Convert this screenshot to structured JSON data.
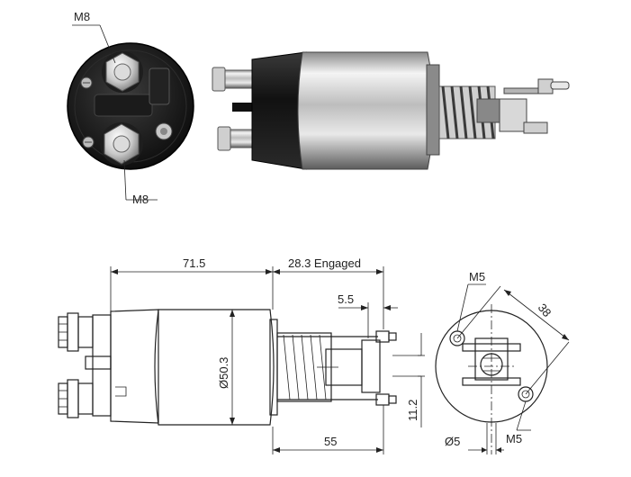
{
  "photo_labels": {
    "top_terminal": "M8",
    "bottom_terminal": "M8"
  },
  "dimensions": {
    "body_length": "71.5",
    "plunger_travel": "28.3 Engaged",
    "fork_offset": "5.5",
    "diameter": "Ø50.3",
    "overall_length": "55",
    "plunger_offset": "11.2",
    "hole_diameter": "Ø5",
    "mount_spacing": "38",
    "screw_top": "M5",
    "screw_bottom": "M5"
  },
  "colors": {
    "line": "#222222",
    "cap": "#1a1a1a",
    "chrome_light": "#f2f2f2",
    "chrome_dark": "#6e6e6e"
  }
}
